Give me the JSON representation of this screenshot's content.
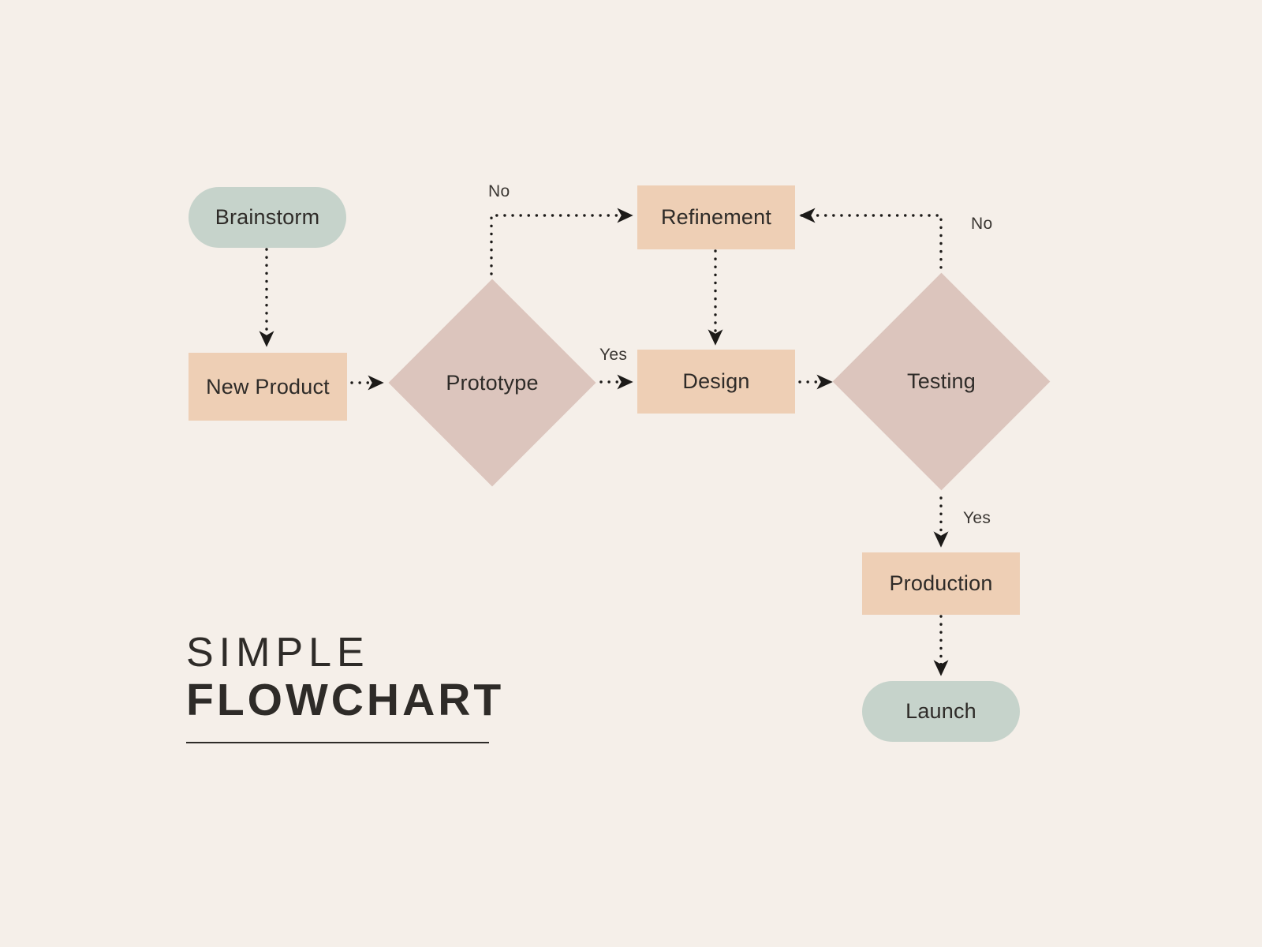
{
  "meta": {
    "background_color": "#f5efe9",
    "text_color": "#2e2b28"
  },
  "title": {
    "line1": "SIMPLE",
    "line2": "FLOWCHART"
  },
  "palette": {
    "terminator": "#c6d3cb",
    "process": "#eecfb5",
    "decision": "#dcc5bd",
    "edge": "#1c1a18"
  },
  "nodes": [
    {
      "id": "brainstorm",
      "label": "Brainstorm",
      "shape": "terminator"
    },
    {
      "id": "new-product",
      "label": "New Product",
      "shape": "process"
    },
    {
      "id": "prototype",
      "label": "Prototype",
      "shape": "decision"
    },
    {
      "id": "refinement",
      "label": "Refinement",
      "shape": "process"
    },
    {
      "id": "design",
      "label": "Design",
      "shape": "process"
    },
    {
      "id": "testing",
      "label": "Testing",
      "shape": "decision"
    },
    {
      "id": "production",
      "label": "Production",
      "shape": "process"
    },
    {
      "id": "launch",
      "label": "Launch",
      "shape": "terminator"
    }
  ],
  "edge_labels": [
    {
      "id": "prototype-no",
      "label": "No"
    },
    {
      "id": "prototype-yes",
      "label": "Yes"
    },
    {
      "id": "testing-no",
      "label": "No"
    },
    {
      "id": "testing-yes",
      "label": "Yes"
    }
  ],
  "chart_data": {
    "type": "diagram",
    "diagram_type": "flowchart",
    "title": "SIMPLE FLOWCHART",
    "orientation": "left-to-right",
    "nodes": [
      {
        "id": "brainstorm",
        "label": "Brainstorm",
        "shape": "rounded-terminator",
        "color": "#c6d3cb"
      },
      {
        "id": "new-product",
        "label": "New Product",
        "shape": "rectangle",
        "color": "#eecfb5"
      },
      {
        "id": "prototype",
        "label": "Prototype",
        "shape": "diamond",
        "color": "#dcc5bd"
      },
      {
        "id": "refinement",
        "label": "Refinement",
        "shape": "rectangle",
        "color": "#eecfb5"
      },
      {
        "id": "design",
        "label": "Design",
        "shape": "rectangle",
        "color": "#eecfb5"
      },
      {
        "id": "testing",
        "label": "Testing",
        "shape": "diamond",
        "color": "#dcc5bd"
      },
      {
        "id": "production",
        "label": "Production",
        "shape": "rectangle",
        "color": "#eecfb5"
      },
      {
        "id": "launch",
        "label": "Launch",
        "shape": "rounded-terminator",
        "color": "#c6d3cb"
      }
    ],
    "edges": [
      {
        "from": "brainstorm",
        "to": "new-product",
        "label": "",
        "style": "dotted"
      },
      {
        "from": "new-product",
        "to": "prototype",
        "label": "",
        "style": "dotted"
      },
      {
        "from": "prototype",
        "to": "refinement",
        "label": "No",
        "style": "dotted"
      },
      {
        "from": "prototype",
        "to": "design",
        "label": "Yes",
        "style": "dotted"
      },
      {
        "from": "refinement",
        "to": "design",
        "label": "",
        "style": "dotted"
      },
      {
        "from": "design",
        "to": "testing",
        "label": "",
        "style": "dotted"
      },
      {
        "from": "testing",
        "to": "refinement",
        "label": "No",
        "style": "dotted"
      },
      {
        "from": "testing",
        "to": "production",
        "label": "Yes",
        "style": "dotted"
      },
      {
        "from": "production",
        "to": "launch",
        "label": "",
        "style": "dotted"
      }
    ]
  }
}
